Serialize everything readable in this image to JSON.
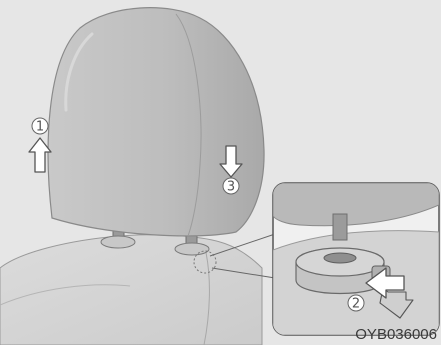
{
  "figure": {
    "code": "OYB036006",
    "colors": {
      "background": "#e6e6e6",
      "headrest": "#b4b4b4",
      "seat": "#d2d2d2",
      "inset_background": "#f0f0f0",
      "arrow_fill": "#ffffff",
      "stroke": "#666666"
    }
  },
  "callouts": {
    "step1": "1",
    "step2": "2",
    "step3": "3"
  },
  "arrows": {
    "step1_direction": "up",
    "step2_direction": "press",
    "step3_direction": "down"
  }
}
